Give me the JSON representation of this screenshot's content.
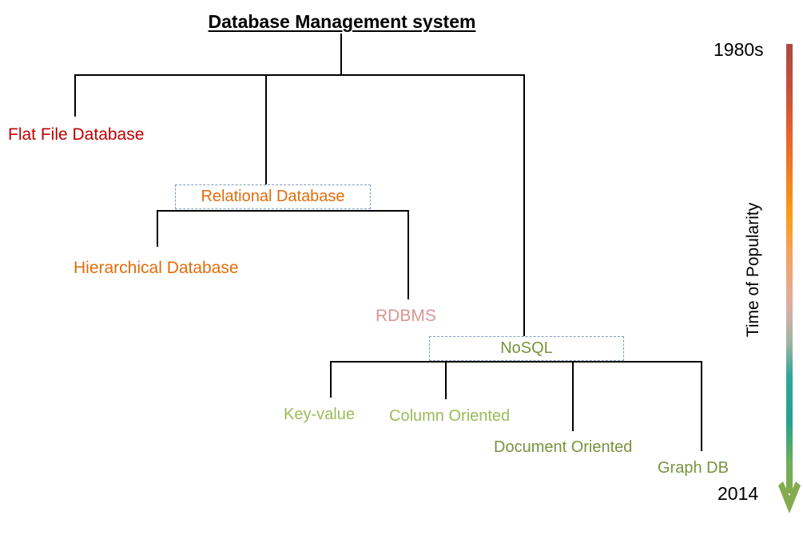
{
  "title": "Database Management system",
  "nodes": {
    "flat_file": {
      "label": "Flat File Database",
      "color": "#C00000",
      "boxed": false
    },
    "relational": {
      "label": "Relational Database",
      "color": "#E36C0A",
      "boxed": true
    },
    "hierarchical": {
      "label": "Hierarchical Database",
      "color": "#E36C0A",
      "boxed": false
    },
    "rdbms": {
      "label": "RDBMS",
      "color": "#D99694",
      "boxed": false
    },
    "nosql": {
      "label": "NoSQL",
      "color": "#77933C",
      "boxed": true
    },
    "key_value": {
      "label": "Key-value",
      "color": "#9BBB59",
      "boxed": false
    },
    "column_oriented": {
      "label": "Column Oriented",
      "color": "#9BBB59",
      "boxed": false
    },
    "document_oriented": {
      "label": "Document Oriented",
      "color": "#77933C",
      "boxed": false
    },
    "graph_db": {
      "label": "Graph DB",
      "color": "#77933C",
      "boxed": false
    }
  },
  "hierarchy": {
    "root": "Database Management system",
    "root_children": [
      "Flat File Database",
      "Relational Database",
      "NoSQL"
    ],
    "relational_children": [
      "Hierarchical Database",
      "RDBMS"
    ],
    "nosql_children": [
      "Key-value",
      "Column Oriented",
      "Document Oriented",
      "Graph DB"
    ]
  },
  "timeline": {
    "start_label": "1980s",
    "end_label": "2014",
    "axis_label": "Time of Popularity",
    "arrow_gradient": [
      "#AE4942",
      "#C54F38",
      "#EA672C",
      "#F99C16",
      "#F2A468",
      "#DCAEA4",
      "#A4B4A4",
      "#2FA795",
      "#23A28E",
      "#6FAE5B",
      "#84AB4D"
    ]
  },
  "styles": {
    "connector_color": "#000000",
    "box_border_color": "#7E9CC0",
    "background": "#FFFFFF"
  }
}
